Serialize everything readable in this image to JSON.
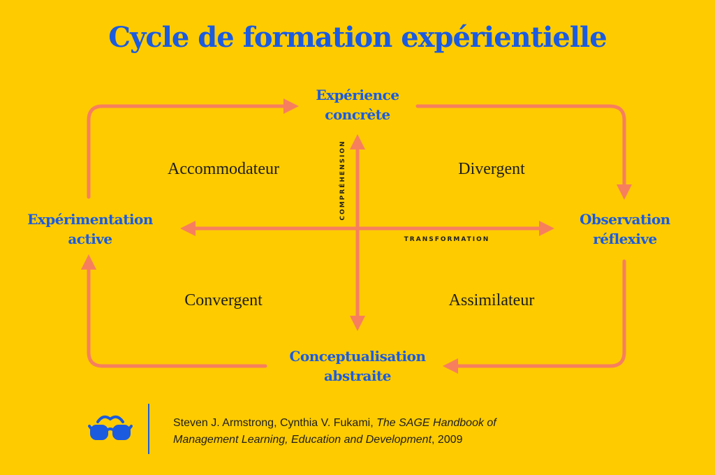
{
  "title": "Cycle de formation expérientielle",
  "nodes": {
    "top": [
      "Expérience",
      "concrète"
    ],
    "right": [
      "Observation",
      "réflexive"
    ],
    "bottom": [
      "Conceptualisation",
      "abstraite"
    ],
    "left": [
      "Expérimentation",
      "active"
    ]
  },
  "quadrants": {
    "top_left": "Accommodateur",
    "top_right": "Divergent",
    "bottom_left": "Convergent",
    "bottom_right": "Assimilateur"
  },
  "axes": {
    "vertical": "COMPRÉHENSION",
    "horizontal": "TRANSFORMATION"
  },
  "citation": {
    "authors": "Steven J. Armstrong, Cynthia V. Fukami, ",
    "book_line1": "The SAGE Handbook of",
    "book_line2": "Management Learning, Education and Development",
    "year": ", 2009"
  },
  "icons": {
    "logo": "glasses-icon"
  },
  "colors": {
    "background": "#FECB00",
    "accent": "#1A5BE0",
    "arrow": "#F77F5E",
    "text": "#1E1E1E"
  }
}
